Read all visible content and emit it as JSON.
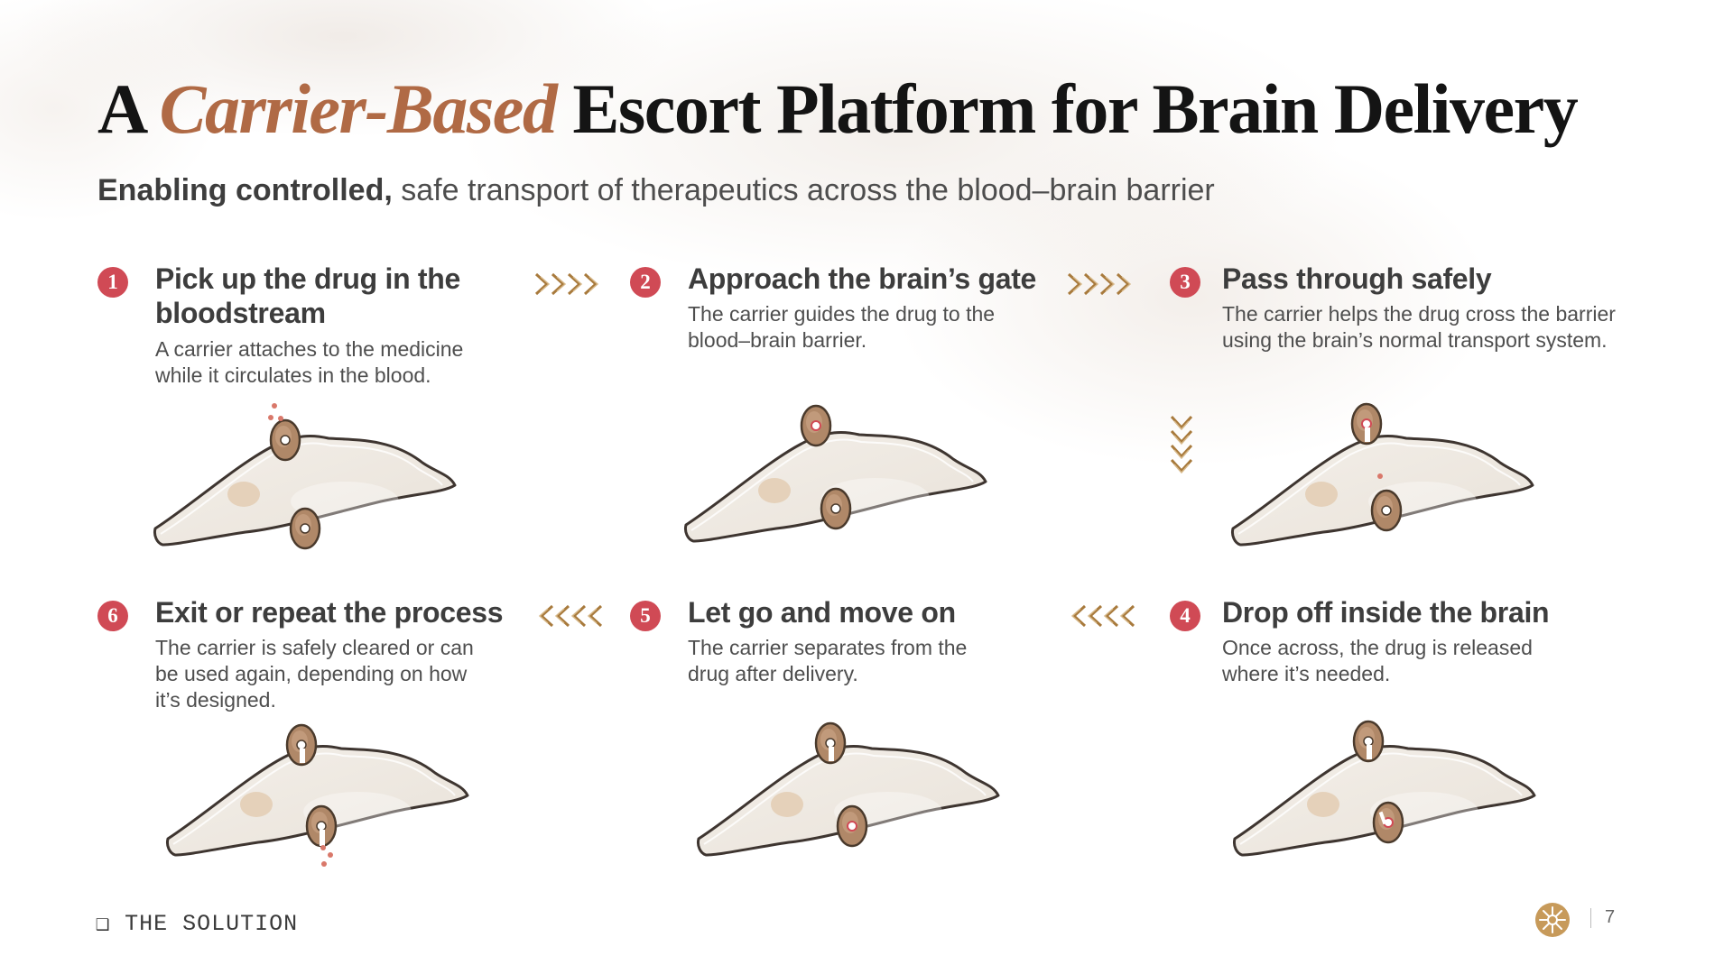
{
  "title": {
    "prefix": "A",
    "accent": "Carrier-Based",
    "suffix": "Escort Platform for Brain Delivery"
  },
  "subtitle": {
    "bold": "Enabling controlled,",
    "rest": "safe transport of therapeutics across the blood–brain barrier"
  },
  "steps": [
    {
      "number": "1",
      "title_line1": "Pick up the drug in the",
      "title_line2": "bloodstream",
      "desc_line1": "A carrier attaches to the medicine",
      "desc_line2": "while it circulates in the blood."
    },
    {
      "number": "2",
      "title_line1": "Approach the brain’s gate",
      "desc_line1": "The carrier guides the drug to the",
      "desc_line2": "blood–brain barrier."
    },
    {
      "number": "3",
      "title_line1": "Pass through safely",
      "desc_line1": "The carrier helps the drug cross the barrier",
      "desc_line2": "using the brain’s normal transport system."
    },
    {
      "number": "4",
      "title_line1": "Drop off inside the brain",
      "desc_line1": "Once across, the drug is released",
      "desc_line2": "where it’s needed."
    },
    {
      "number": "5",
      "title_line1": "Let go and move on",
      "desc_line1": "The carrier separates from the",
      "desc_line2": "drug after delivery."
    },
    {
      "number": "6",
      "title_line1": "Exit or repeat the process",
      "desc_line1": "The carrier is safely cleared or can",
      "desc_line2": "be used again, depending on how",
      "desc_line3": "it’s designed."
    }
  ],
  "footer": {
    "bullet": "❑",
    "section": "THE SOLUTION",
    "page": "7"
  },
  "colors": {
    "accent": "#b06a45",
    "badge": "#d04a55",
    "arrow": "#a87a3c",
    "carrier": "#b08868",
    "cell": "#efe9e2"
  },
  "icons": [
    "chevron-right-icon",
    "chevron-down-icon",
    "chevron-left-icon",
    "carrier-icon",
    "drug-particle-icon",
    "sun-logo-icon"
  ]
}
